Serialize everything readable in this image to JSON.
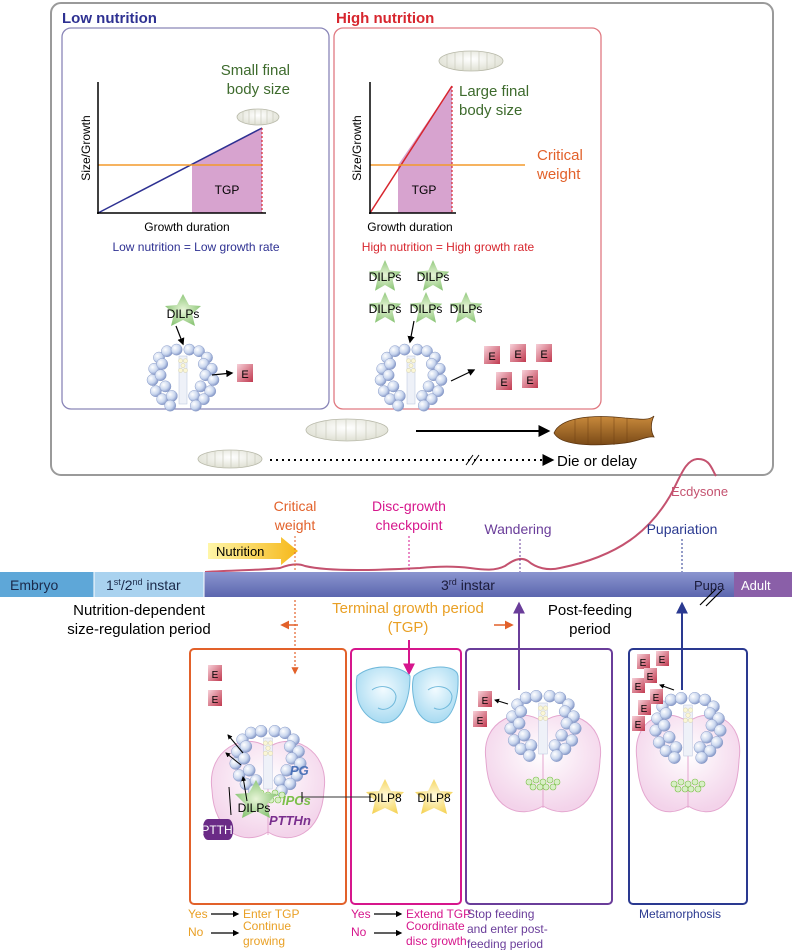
{
  "top_panel": {
    "low": {
      "heading": "Low nutrition",
      "axis_y": "Size/Growth",
      "axis_x": "Growth duration",
      "tgp": "TGP",
      "body_size_1": "Small final",
      "body_size_2": "body size",
      "rate": "Low nutrition = Low growth rate",
      "dilps": "DILPs",
      "ecdysone": "E"
    },
    "high": {
      "heading": "High nutrition",
      "axis_y": "Size/Growth",
      "axis_x": "Growth duration",
      "tgp": "TGP",
      "body_size_1": "Large final",
      "body_size_2": "body size",
      "critical_1": "Critical",
      "critical_2": "weight",
      "rate": "High nutrition = High growth rate",
      "dilps": "DILPs",
      "ecdysone": "E"
    },
    "outcome": "Die or delay"
  },
  "timeline": {
    "embryo": "Embryo",
    "instar12_a": "1",
    "instar12_sup1": "st",
    "instar12_b": "/2",
    "instar12_sup2": "nd",
    "instar12_c": " instar",
    "instar3_a": "3",
    "instar3_sup": "rd",
    "instar3_b": " instar",
    "pupa": "Pupa",
    "adult": "Adult",
    "nutrition": "Nutrition",
    "ecdysone": "Ecdysone",
    "critical_1": "Critical",
    "critical_2": "weight",
    "disc_1": "Disc-growth",
    "disc_2": "checkpoint",
    "wandering": "Wandering",
    "pupariation": "Pupariation",
    "nutr_dep_1": "Nutrition-dependent",
    "nutr_dep_2": "size-regulation period",
    "tgp_1": "Terminal growth period",
    "tgp_2": "(TGP)",
    "post_1": "Post-feeding",
    "post_2": "period"
  },
  "boxes": {
    "pg": "PG",
    "ipcs": "IPCs",
    "dilps": "DILPs",
    "ptth": "PTTH",
    "ptthn": "PTTHn",
    "dilp8": "DILP8",
    "ecdysone": "E"
  },
  "outcomes": {
    "yes": "Yes",
    "no": "No",
    "enter_tgp": "Enter TGP",
    "continue_1": "Continue",
    "continue_2": "growing",
    "extend_tgp": "Extend TGP",
    "coord_1": "Coordinate",
    "coord_2": "disc growth",
    "stop_1": "Stop feeding",
    "stop_2": "and enter post-",
    "stop_3": "feeding period",
    "metamorphosis": "Metamorphosis"
  },
  "colors": {
    "low_blue": "#2e3192",
    "high_red": "#d7262e",
    "orange": "#e2612a",
    "yellow_orange": "#e9a025",
    "magenta": "#d6168c",
    "purple": "#6a3d9a",
    "navy": "#2a3990",
    "green_text": "#3e6b2d",
    "ecdysone_pink": "#c4526f",
    "tgp_fill": "#d7a3cf"
  }
}
